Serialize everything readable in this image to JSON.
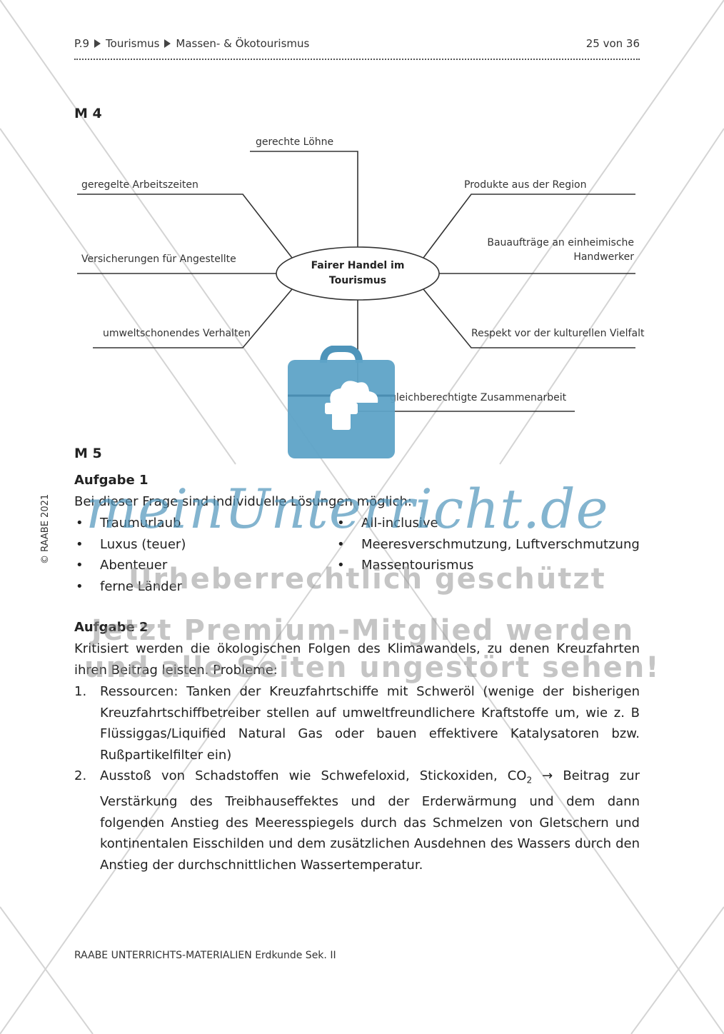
{
  "header": {
    "crumbs": [
      "P.9",
      "Tourismus",
      "Massen- & Ökotourismus"
    ],
    "page_number": "25 von 36"
  },
  "m4": {
    "label": "M 4",
    "center": [
      "Fairer Handel im",
      "Tourismus"
    ],
    "labels": {
      "top": "gerechte Löhne",
      "left1": "geregelte Arbeitszeiten",
      "left2": "Versicherungen für Angestellte",
      "left3": "umweltschonendes Verhalten",
      "right1": "Produkte aus der Region",
      "right2a": "Bauaufträge an einheimische",
      "right2b": "Handwerker",
      "right3": "Respekt vor der kulturellen Vielfalt",
      "bottom": "gleichberechtigte Zusammenarbeit"
    }
  },
  "m5": {
    "label": "M 5",
    "aufgabe1": {
      "title": "Aufgabe 1",
      "intro": "Bei dieser Frage sind individuelle Lösungen möglich:",
      "left_items": [
        "Traumurlaub",
        "Luxus (teuer)",
        "Abenteuer",
        "ferne Länder"
      ],
      "right_items": [
        "All-inclusive",
        "Meeresverschmutzung, Luftverschmutzung",
        "Massentourismus"
      ]
    },
    "aufgabe2": {
      "title": "Aufgabe 2",
      "intro": "Kritisiert werden die ökologischen Folgen des Klimawandels, zu denen Kreuzfahrten ihren Beitrag leisten. Probleme:",
      "item1": "Ressourcen: Tanken der Kreuzfahrtschiffe mit Schweröl (wenige der bisherigen Kreuzfahrtschiffbetreiber stellen auf umweltfreundlichere Kraftstoffe um, wie z. B Flüssiggas/Liquified Natural Gas oder bauen effektivere Katalysatoren bzw. Rußpartikelfilter ein)",
      "item2_pre": "Ausstoß von Schadstoffen wie Schwefeloxid, Stickoxiden, CO",
      "item2_sub": "2",
      "item2_arrow": "→",
      "item2_post": "Beitrag zur Verstärkung des Treibhauseffektes und der Erderwärmung und dem dann folgenden Anstieg des Meeresspiegels durch das Schmelzen von Gletschern und kontinentalen Eisschilden und dem zusätzlichen Ausdehnen des Wassers durch den Anstieg der durchschnittlichen Wassertemperatur."
    }
  },
  "footer": "RAABE UNTERRICHTS-MATERIALIEN Erdkunde Sek. II",
  "side_text": "© RAABE 2021",
  "watermark": {
    "brand": "meinUnterricht.de",
    "line1": "Urheberrechtlich geschützt",
    "line2": "Jetzt Premium-Mitglied werden",
    "line3": "und alle Seiten ungestört sehen!",
    "color": "#4e94ba"
  }
}
